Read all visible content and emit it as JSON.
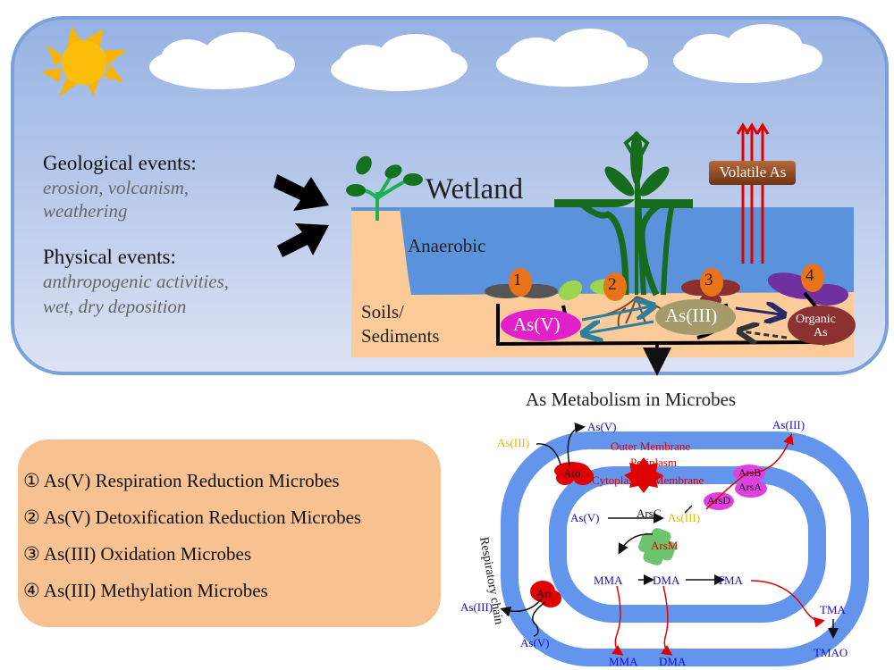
{
  "wetland_scene": {
    "title": "Wetland",
    "zone_label": "Anaerobic",
    "soil_label_line1": "Soils/",
    "soil_label_line2": "Sediments",
    "volatile_label": "Volatile As",
    "species": {
      "as_v": "As(V)",
      "as_iii": "As(III)",
      "organic_line1": "Organic",
      "organic_line2": "As"
    },
    "microbe_markers": [
      "1",
      "2",
      "3",
      "4"
    ]
  },
  "events": {
    "geological_title": "Geological events:",
    "geological_line1": "erosion, volcanism,",
    "geological_line2": "weathering",
    "physical_title": "Physical events:",
    "physical_line1": "anthropogenic activities,",
    "physical_line2": "wet, dry deposition"
  },
  "legend": {
    "items": [
      "① As(V) Respiration Reduction Microbes",
      "② As(V) Detoxification Reduction Microbes",
      "③ As(III) Oxidation Microbes",
      "④ As(III) Methylation Microbes"
    ]
  },
  "metabolism": {
    "title": "As Metabolism in Microbes",
    "outer_membrane": "Outer Membrane",
    "periplasm": "Periplasm",
    "cytoplasmic_membrane": "Cytoplasmic Membrane",
    "respiratory_chain": "Respiratory chain",
    "enzymes": {
      "aio": "Aio",
      "arr": "Arr",
      "arsC": "ArsC",
      "arsM": "ArsM",
      "arsB": "ArsB",
      "arsA": "ArsA",
      "arsD": "ArsD"
    },
    "labels": {
      "aio_in": "As(III)",
      "aio_out": "As(V)",
      "efflux_out": "As(III)",
      "arsc_in": "As(V)",
      "arsc_out": "As(III)",
      "mma": "MMA",
      "dma": "DMA",
      "tma": "TMA",
      "arr_out": "As(III)",
      "arr_in": "As(V)",
      "mma_out": "MMA",
      "dma_out": "DMA",
      "tma_out": "TMA",
      "tmao": "TMAO"
    },
    "colors": {
      "membrane": "#6495ed",
      "species_blue": "#1a10c8",
      "species_yellow": "#f0b400",
      "enzyme_red": "#e00000",
      "arsm_green": "#6cc46c",
      "ars_magenta": "#e040e0"
    }
  }
}
